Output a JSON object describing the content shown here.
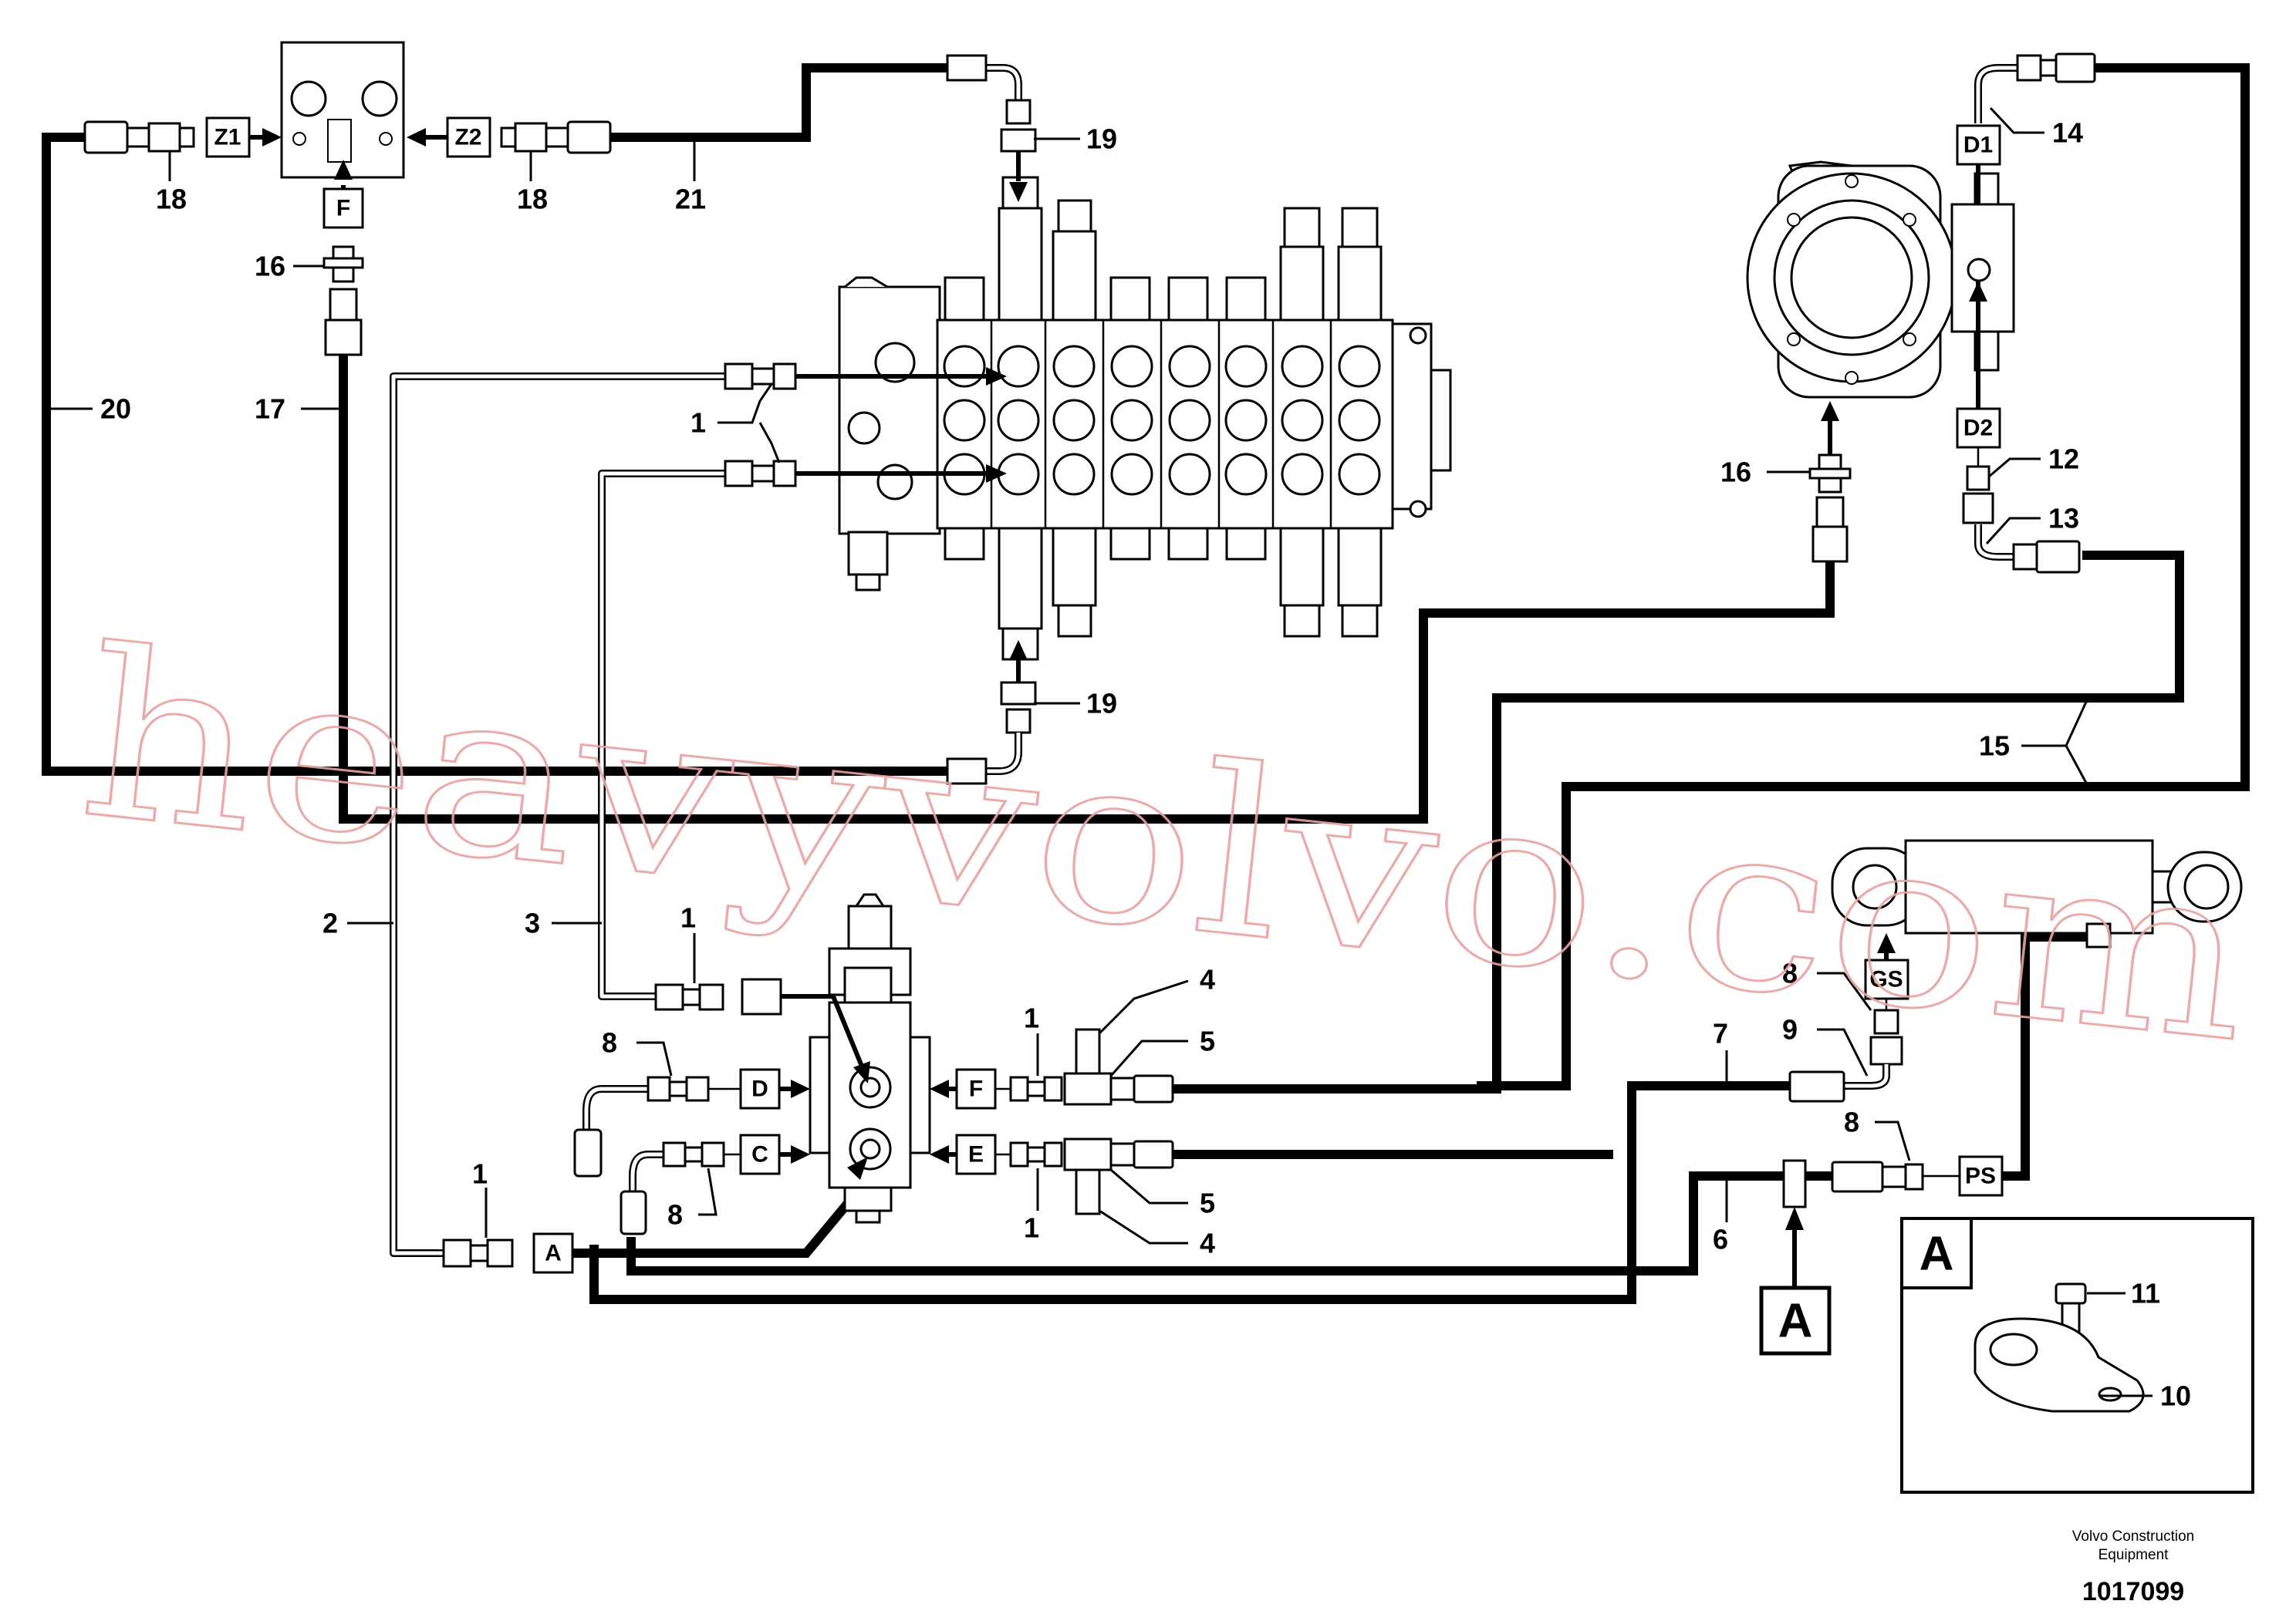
{
  "callouts": {
    "c1": "1",
    "c2": "2",
    "c3": "3",
    "c4": "4",
    "c5": "5",
    "c6": "6",
    "c7": "7",
    "c8": "8",
    "c9": "9",
    "c10": "10",
    "c11": "11",
    "c12": "12",
    "c13": "13",
    "c14": "14",
    "c15": "15",
    "c16": "16",
    "c17": "17",
    "c18": "18",
    "c19": "19",
    "c20": "20",
    "c21": "21"
  },
  "port_tags": {
    "z1": "Z1",
    "z2": "Z2",
    "f": "F",
    "d1": "D1",
    "d2": "D2",
    "gs": "GS",
    "ps": "PS",
    "a": "A",
    "d": "D",
    "c": "C",
    "e": "E"
  },
  "detail": {
    "label": "A"
  },
  "footer": {
    "company_line1": "Volvo Construction",
    "company_line2": "Equipment",
    "drawing_number": "1017099"
  },
  "watermark": "heavyvolvo.com"
}
